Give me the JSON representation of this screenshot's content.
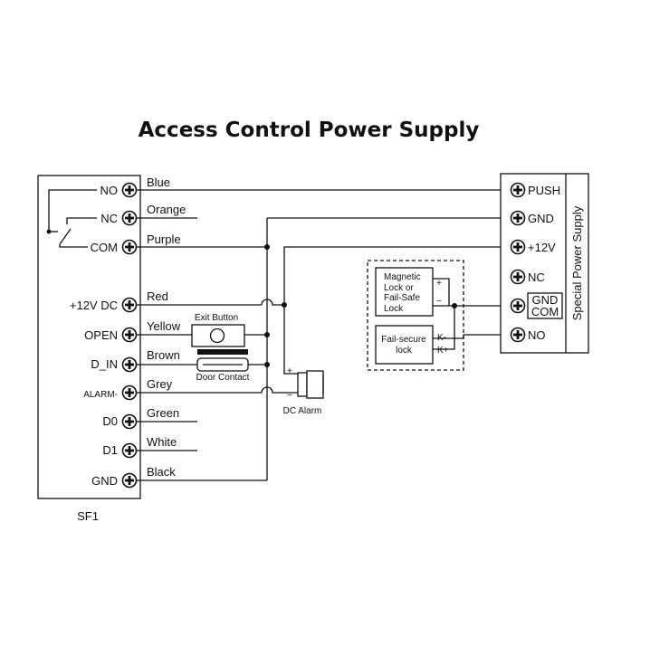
{
  "title": "Access Control Power Supply",
  "controller": {
    "name": "SF1",
    "terminals": [
      {
        "label": "NO",
        "wire": "Blue"
      },
      {
        "label": "NC",
        "wire": "Orange"
      },
      {
        "label": "COM",
        "wire": "Purple"
      },
      {
        "label": "+12V DC",
        "wire": "Red"
      },
      {
        "label": "OPEN",
        "wire": "Yellow"
      },
      {
        "label": "D_IN",
        "wire": "Brown"
      },
      {
        "label": "ALARM-",
        "wire": "Grey"
      },
      {
        "label": "D0",
        "wire": "Green"
      },
      {
        "label": "D1",
        "wire": "White"
      },
      {
        "label": "GND",
        "wire": "Black"
      }
    ]
  },
  "power_supply": {
    "name": "Special Power Supply",
    "terminals": [
      "PUSH",
      "GND",
      "+12V",
      "NC",
      "GND",
      "COM",
      "NO"
    ]
  },
  "devices": {
    "exit_button": "Exit Button",
    "door_contact": "Door Contact",
    "dc_alarm": "DC Alarm",
    "alarm_plus": "+",
    "alarm_minus": "−",
    "mag_lock": {
      "lines": [
        "Magnetic",
        "Lock or",
        "Fail-Safe",
        "Lock"
      ],
      "plus": "+",
      "minus": "−"
    },
    "fail_secure": {
      "lines": [
        "Fail-secure",
        "lock"
      ],
      "kminus": "K-",
      "kplus": "K+"
    }
  }
}
